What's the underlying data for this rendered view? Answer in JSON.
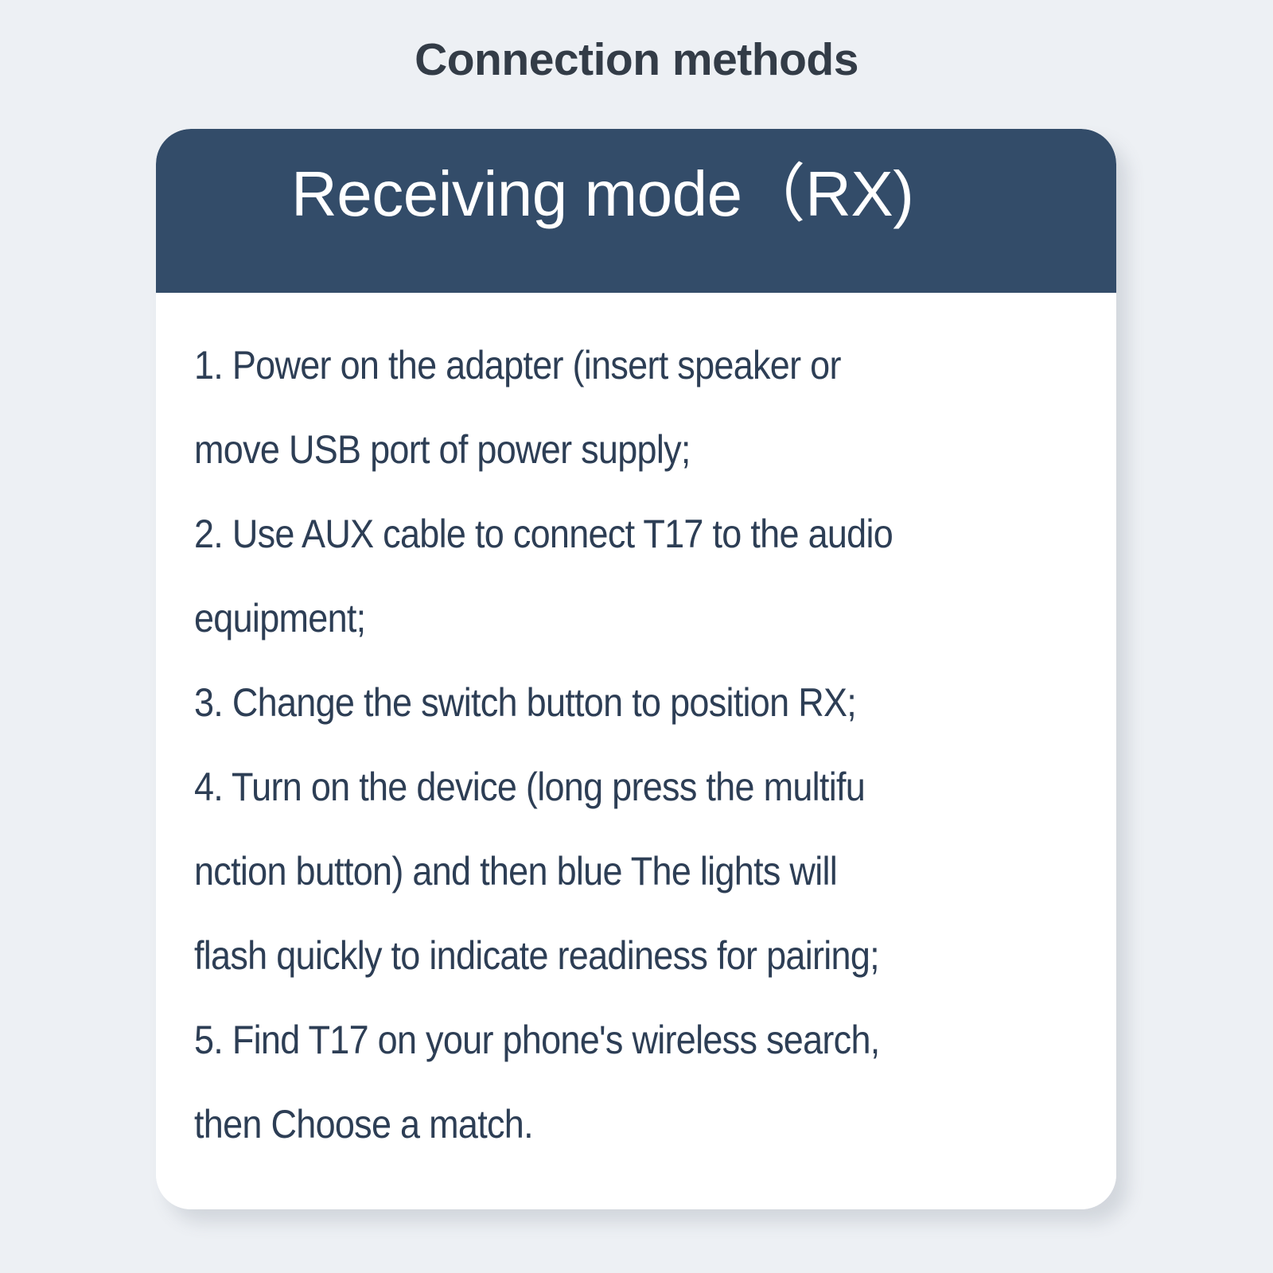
{
  "page": {
    "title": "Connection methods",
    "background_color": "#edf0f4",
    "title_color": "#333c47"
  },
  "card": {
    "header": {
      "title": "Receiving mode（RX)",
      "background_color": "#334c69",
      "text_color": "#ffffff"
    },
    "body": {
      "text_color": "#2d3e55",
      "background_color": "#ffffff",
      "lines": [
        "1. Power on the adapter (insert speaker or",
        "move USB port of power supply;",
        "2. Use AUX cable to connect T17 to the audio",
        "equipment;",
        "3. Change the switch button to position RX;",
        "4. Turn on the device (long press the multifu",
        "nction button) and then blue The lights will",
        "flash quickly to indicate readiness for pairing;",
        "5. Find T17 on your phone's wireless search,",
        "then Choose a match."
      ],
      "steps": [
        "1. Power on the adapter (insert speaker or move USB port of power supply;",
        "2. Use AUX cable to connect T17 to the audio equipment;",
        "3. Change the switch button to position RX;",
        "4. Turn on the device (long press the multifunction button) and then blue The lights will flash quickly to indicate readiness for pairing;",
        "5. Find T17 on your phone's wireless search, then Choose a match."
      ]
    }
  }
}
